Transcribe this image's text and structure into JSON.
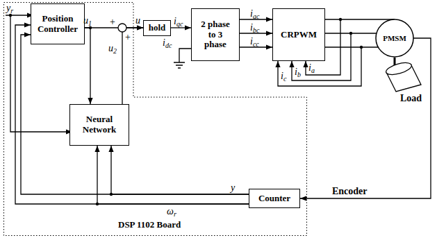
{
  "diagram": {
    "nodes": [
      {
        "text": [
          "DSP 1102 Board"
        ]
      },
      {
        "text": [
          "Position Controller"
        ],
        "in": 0
      },
      {
        "text": [
          "Neural Network"
        ],
        "in": 0
      },
      {
        "text": [
          "Counter"
        ],
        "in": 0
      },
      {
        "text": [
          "hold"
        ]
      },
      {
        "text": [
          "2 phase to 3 phase"
        ]
      },
      {
        "text": [
          "CRPWM"
        ]
      },
      {
        "text": [
          "PMSM"
        ]
      }
    ],
    "edges": [
      {
        "from": 1,
        "to": 4,
        "arrow": "to"
      },
      {
        "from": 1,
        "to": 2,
        "arrow": "to"
      },
      {
        "from": 2,
        "to": 4,
        "arrow": "to"
      },
      {
        "from": 4,
        "to": 5,
        "label": "iqc",
        "arrow": "to"
      },
      {
        "from": 5,
        "to": 6,
        "label": "iac",
        "arrow": "to"
      },
      {
        "from": 5,
        "to": 6,
        "label": "ibc",
        "arrow": "to"
      },
      {
        "from": 5,
        "to": 6,
        "label": "icc",
        "arrow": "to"
      },
      {
        "from": 6,
        "to": 7,
        "arrow": "none"
      },
      {
        "from": 6,
        "to": 7,
        "arrow": "none"
      },
      {
        "from": 6,
        "to": 7,
        "arrow": "none"
      },
      {
        "from": 7,
        "to": 3,
        "label": "Encoder",
        "arrow": "to"
      },
      {
        "from": 3,
        "to": 2,
        "label": "y",
        "arrow": "to"
      },
      {
        "from": 3,
        "to": 1,
        "arrow": "to"
      },
      {
        "from": 3,
        "to": 2,
        "label": "ωr",
        "arrow": "to"
      },
      {
        "from": 3,
        "to": 1,
        "arrow": "to"
      }
    ],
    "labels": [
      "yr",
      "u1",
      "+",
      "u",
      "+",
      "u2",
      "idc",
      "ia",
      "ib",
      "ic",
      "Load"
    ]
  }
}
